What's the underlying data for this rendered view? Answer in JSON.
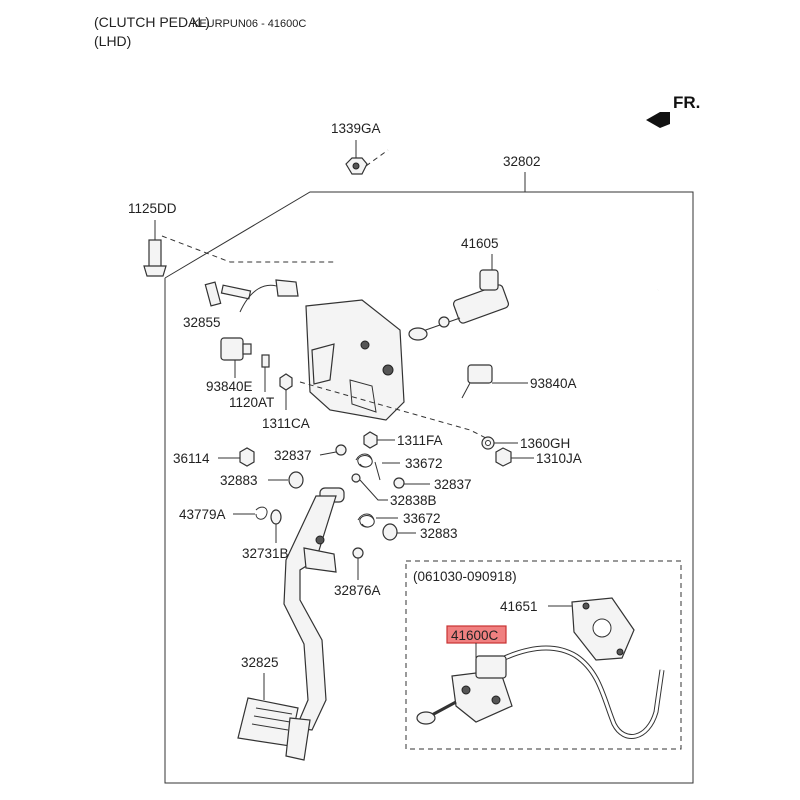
{
  "header": {
    "line1": "(CLUTCH PEDAL)",
    "line2": "(LHD)",
    "diagram_id": "KEURPUN06 - 41600C"
  },
  "direction": {
    "label": "FR."
  },
  "variant": {
    "label": "(061030-090918)"
  },
  "highlight_color": "#f08080",
  "parts": {
    "p1339GA": "1339GA",
    "p32802": "32802",
    "p1125DD": "1125DD",
    "p41605": "41605",
    "p32855": "32855",
    "p93840E": "93840E",
    "p1120AT": "1120AT",
    "p1311CA": "1311CA",
    "p93840A": "93840A",
    "p1311FA": "1311FA",
    "p1360GH": "1360GH",
    "p36114": "36114",
    "p32837a": "32837",
    "p33672a": "33672",
    "p1310JA": "1310JA",
    "p32883a": "32883",
    "p32837b": "32837",
    "p32838B": "32838B",
    "p43779A": "43779A",
    "p33672b": "33672",
    "p32883b": "32883",
    "p32731B": "32731B",
    "p32876A": "32876A",
    "p41651": "41651",
    "p41600C": "41600C",
    "p32825": "32825"
  }
}
